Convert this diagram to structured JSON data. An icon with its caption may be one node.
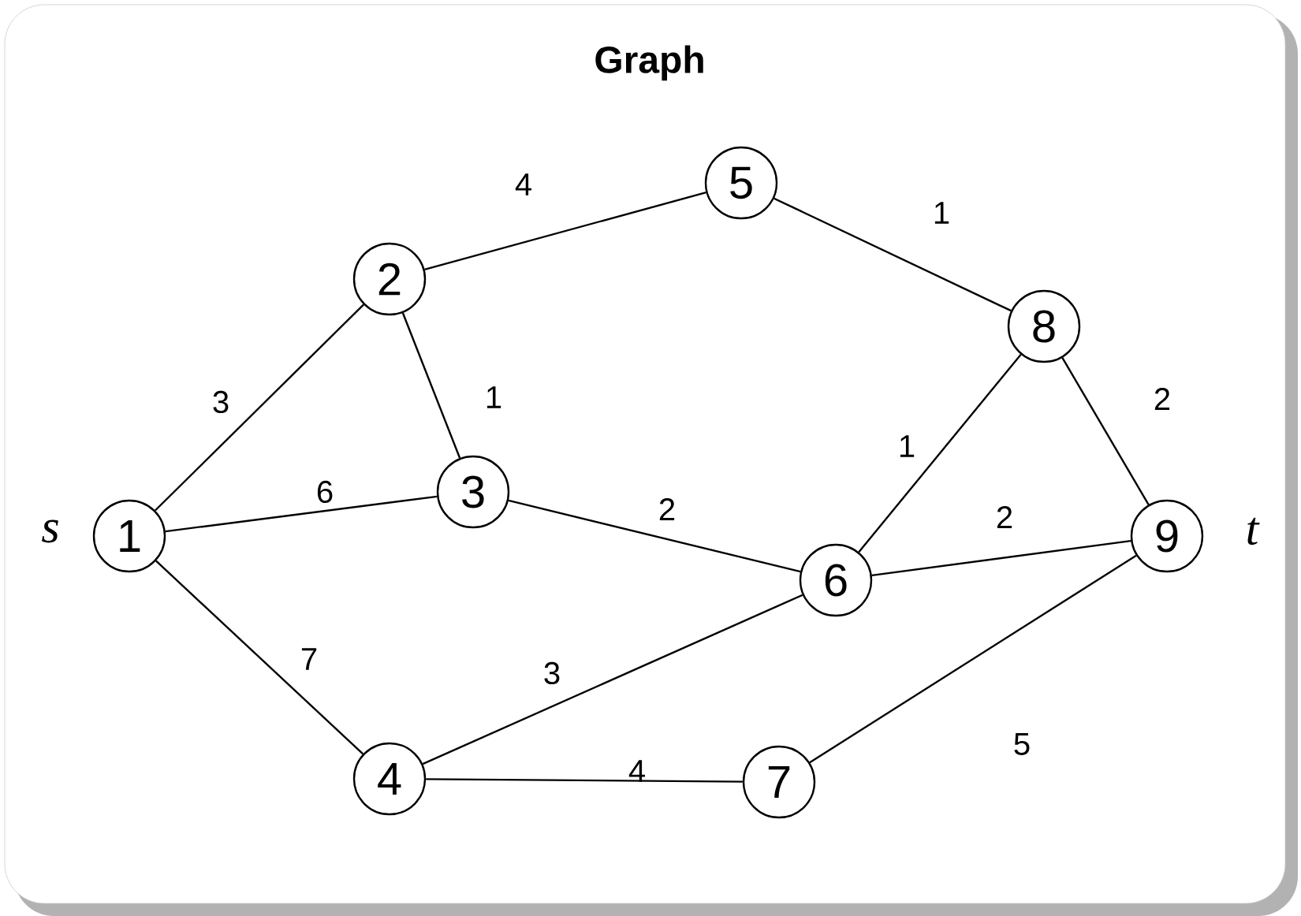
{
  "diagram": {
    "title": "Graph",
    "nodes": [
      {
        "text": [
          "1"
        ],
        "beside": [
          "s"
        ]
      },
      {
        "text": [
          "2"
        ]
      },
      {
        "text": [
          "3"
        ]
      },
      {
        "text": [
          "4"
        ]
      },
      {
        "text": [
          "5"
        ]
      },
      {
        "text": [
          "6"
        ]
      },
      {
        "text": [
          "7"
        ]
      },
      {
        "text": [
          "8"
        ]
      },
      {
        "text": [
          "9"
        ],
        "beside": [
          "t"
        ]
      }
    ],
    "edges": [
      {
        "from": 0,
        "to": 1,
        "arrow": "none",
        "label": "3"
      },
      {
        "from": 1,
        "to": 4,
        "arrow": "none",
        "label": "4"
      },
      {
        "from": 1,
        "to": 2,
        "arrow": "none",
        "label": "1"
      },
      {
        "from": 0,
        "to": 2,
        "arrow": "none",
        "label": "6"
      },
      {
        "from": 0,
        "to": 3,
        "arrow": "none",
        "label": "7"
      },
      {
        "from": 2,
        "to": 5,
        "arrow": "none",
        "label": "2"
      },
      {
        "from": 4,
        "to": 7,
        "arrow": "none",
        "label": "1"
      },
      {
        "from": 7,
        "to": 5,
        "arrow": "none",
        "label": "1"
      },
      {
        "from": 7,
        "to": 8,
        "arrow": "none",
        "label": "2"
      },
      {
        "from": 5,
        "to": 8,
        "arrow": "none",
        "label": "2"
      },
      {
        "from": 3,
        "to": 5,
        "arrow": "none",
        "label": "3"
      },
      {
        "from": 3,
        "to": 6,
        "arrow": "none",
        "label": "4"
      },
      {
        "from": 6,
        "to": 8,
        "arrow": "none",
        "label": "5"
      }
    ]
  }
}
